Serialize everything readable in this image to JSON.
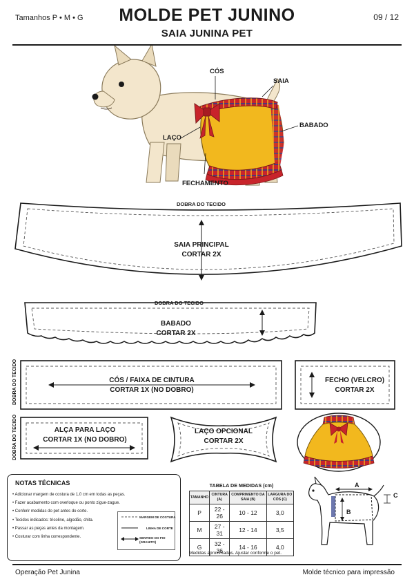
{
  "header": {
    "sizes": "Tamanhos P • M • G",
    "title": "MOLDE PET JUNINO",
    "subtitle": "SAIA JUNINA PET",
    "page": "09 / 12"
  },
  "illustration_callouts": {
    "cos": "CÓS",
    "saia": "SAIA",
    "babado": "BABADO",
    "laco": "LAÇO",
    "fechamento": "FECHAMENTO"
  },
  "pieces": {
    "saia_principal": {
      "fold": "DOBRA DO TECIDO",
      "name": "SAIA PRINCIPAL",
      "cut": "CORTAR 2X"
    },
    "babado": {
      "fold": "DOBRA DO TECIDO",
      "name": "BABADO",
      "cut": "CORTAR 2X"
    },
    "cos": {
      "fold": "DOBRA DO TECIDO",
      "name": "CÓS / FAIXA DE CINTURA",
      "cut": "CORTAR 1X (NO DOBRO)"
    },
    "fecho": {
      "name": "FECHO (VELCRO)",
      "cut": "CORTAR 2X"
    },
    "alca": {
      "fold": "DOBRA DO TECIDO",
      "name": "ALÇA PARA LAÇO",
      "cut": "CORTAR 1X (NO DOBRO)"
    },
    "laco": {
      "name": "LAÇO OPCIONAL",
      "cut": "CORTAR 2X"
    }
  },
  "notes": {
    "title": "NOTAS TÉCNICAS",
    "items": [
      "Adicionar margem de costura de 1,0 cm em todas as peças.",
      "Fazer acabamento com overloque ou ponto zigue-zague.",
      "Conferir medidas do pet antes do corte.",
      "Tecidos indicados: tricoline, algodão, chita.",
      "Passar as peças antes da montagem.",
      "Costurar com linha correspondente."
    ],
    "legend": [
      "MARGEM DE COSTURA",
      "LINHA DE CORTE",
      "SENTIDO DO FIO (GRANITO)"
    ]
  },
  "measures": {
    "title": "TABELA DE MEDIDAS (cm)",
    "headers": [
      "TAMANHO",
      "CINTURA (A)",
      "COMPRIMENTO DA SAIA (B)",
      "LARGURA DO CÓS (C)"
    ],
    "rows": [
      [
        "P",
        "22 - 26",
        "10 - 12",
        "3,0"
      ],
      [
        "M",
        "27 - 31",
        "12 - 14",
        "3,5"
      ],
      [
        "G",
        "32 - 36",
        "14 - 16",
        "4,0"
      ]
    ],
    "note": "Medidas aproximadas. Ajustar conforme o pet.",
    "diagram_labels": [
      "A",
      "B",
      "C"
    ]
  },
  "footer": {
    "left": "Operação Pet Junina",
    "right": "Molde técnico para impressão"
  },
  "colors": {
    "skirt_yellow": "#F2B81E",
    "plaid_red": "#C8242B",
    "plaid_blue": "#2F3E8C",
    "dog_fur": "#F3E6CC",
    "ink": "#1A1A1A"
  }
}
